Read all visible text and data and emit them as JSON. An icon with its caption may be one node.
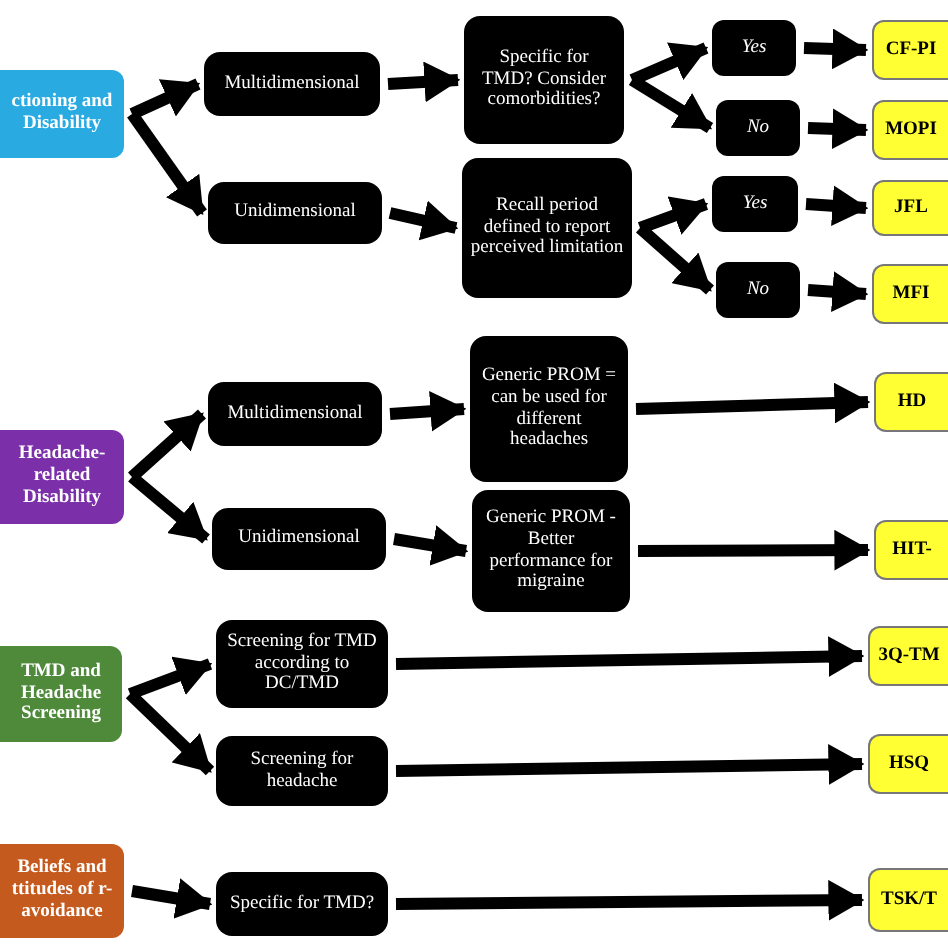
{
  "diagram": {
    "nodes": [
      {
        "text": [
          "ctioning and Disability"
        ]
      },
      {
        "text": [
          "Multidimensional"
        ]
      },
      {
        "text": [
          "Specific for TMD? Consider comorbidities?"
        ]
      },
      {
        "text": [
          "Yes"
        ]
      },
      {
        "text": [
          "No"
        ]
      },
      {
        "text": [
          "CF-PI"
        ]
      },
      {
        "text": [
          "MOPI"
        ]
      },
      {
        "text": [
          "Unidimensional"
        ]
      },
      {
        "text": [
          "Recall period defined to report perceived limitation"
        ]
      },
      {
        "text": [
          "Yes"
        ]
      },
      {
        "text": [
          "No"
        ]
      },
      {
        "text": [
          "JFL"
        ]
      },
      {
        "text": [
          "MFI"
        ]
      },
      {
        "text": [
          "Headache- related Disability"
        ]
      },
      {
        "text": [
          "Multidimensional"
        ]
      },
      {
        "text": [
          "Generic PROM = can be used for different headaches"
        ]
      },
      {
        "text": [
          "HD"
        ]
      },
      {
        "text": [
          "Unidimensional"
        ]
      },
      {
        "text": [
          "Generic PROM - Better performance for migraine"
        ]
      },
      {
        "text": [
          "HIT-"
        ]
      },
      {
        "text": [
          "TMD and Headache Screening"
        ]
      },
      {
        "text": [
          "Screening for TMD according to DC/TMD"
        ]
      },
      {
        "text": [
          "Screening for headache"
        ]
      },
      {
        "text": [
          "3Q-TM"
        ]
      },
      {
        "text": [
          "HSQ"
        ]
      },
      {
        "text": [
          "Beliefs and ttitudes of r-avoidance"
        ]
      },
      {
        "text": [
          "Specific for TMD?"
        ]
      },
      {
        "text": [
          "TSK/T"
        ]
      }
    ],
    "edges": [
      {
        "from": 0,
        "to": 1,
        "arrow": "to"
      },
      {
        "from": 0,
        "to": 7,
        "arrow": "to"
      },
      {
        "from": 1,
        "to": 2,
        "arrow": "to"
      },
      {
        "from": 2,
        "to": 3,
        "arrow": "to"
      },
      {
        "from": 2,
        "to": 4,
        "arrow": "to"
      },
      {
        "from": 3,
        "to": 5,
        "arrow": "to"
      },
      {
        "from": 4,
        "to": 6,
        "arrow": "to"
      },
      {
        "from": 7,
        "to": 8,
        "arrow": "to"
      },
      {
        "from": 8,
        "to": 9,
        "arrow": "to"
      },
      {
        "from": 8,
        "to": 10,
        "arrow": "to"
      },
      {
        "from": 9,
        "to": 11,
        "arrow": "to"
      },
      {
        "from": 10,
        "to": 12,
        "arrow": "to"
      },
      {
        "from": 13,
        "to": 14,
        "arrow": "to"
      },
      {
        "from": 13,
        "to": 17,
        "arrow": "to"
      },
      {
        "from": 14,
        "to": 15,
        "arrow": "to"
      },
      {
        "from": 15,
        "to": 16,
        "arrow": "to"
      },
      {
        "from": 17,
        "to": 18,
        "arrow": "to"
      },
      {
        "from": 18,
        "to": 19,
        "arrow": "to"
      },
      {
        "from": 20,
        "to": 21,
        "arrow": "to"
      },
      {
        "from": 20,
        "to": 22,
        "arrow": "to"
      },
      {
        "from": 21,
        "to": 23,
        "arrow": "to"
      },
      {
        "from": 22,
        "to": 24,
        "arrow": "to"
      },
      {
        "from": 25,
        "to": 26,
        "arrow": "to"
      },
      {
        "from": 26,
        "to": 27,
        "arrow": "to"
      }
    ]
  }
}
